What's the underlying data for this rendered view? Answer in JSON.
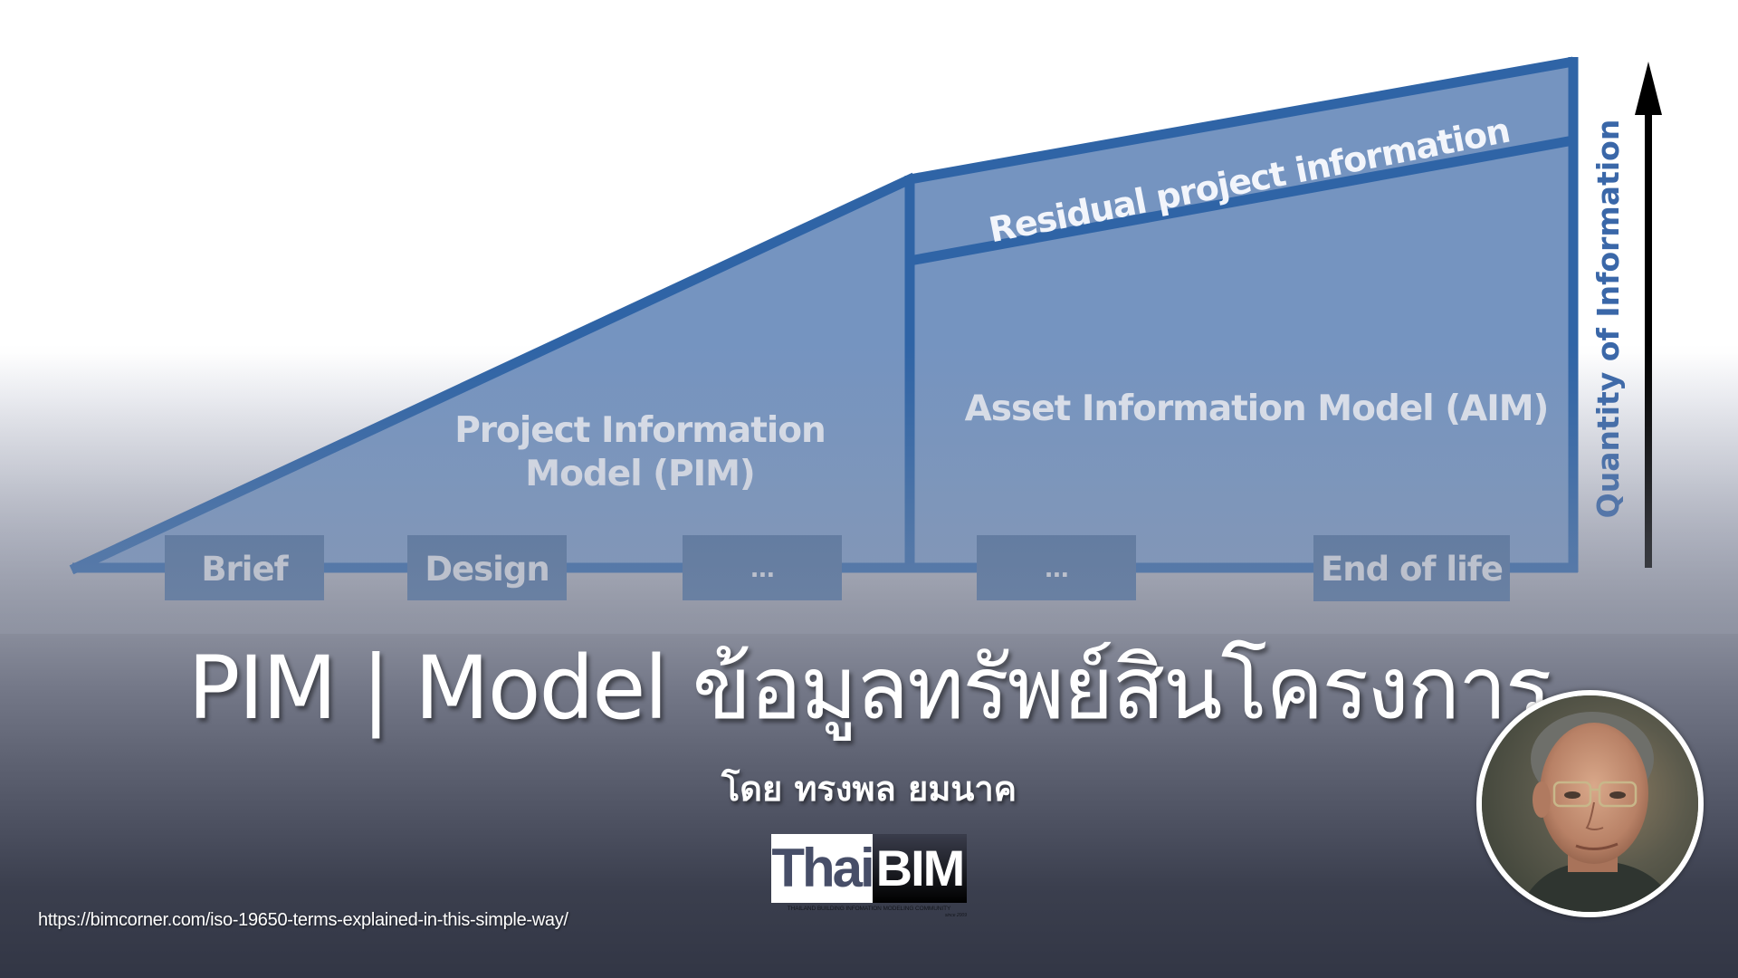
{
  "diagram": {
    "pim_label_line1": "Project Information",
    "pim_label_line2": "Model (PIM)",
    "aim_label": "Asset Information Model (AIM)",
    "residual_label": "Residual project information",
    "axis_label": "Quantity of Information",
    "stages": [
      "Brief",
      "Design",
      "...",
      "...",
      "End of life"
    ],
    "colors": {
      "fill": "#7fb0e6",
      "outline": "#2f64a6",
      "stage_box": "#4a6d9c",
      "axis_text": "#3a67a8",
      "arrow": "#000000"
    }
  },
  "title": {
    "prefix": "PIM",
    "separator": "|",
    "main": "Model ข้อมูลทรัพย์สินโครงการ"
  },
  "subtitle": "โดย ทรงพล ยมนาค",
  "logo": {
    "part1": "Thai",
    "part2": "BIM",
    "tagline": "THAILAND BUILDING INFOMATION MODELING COMMUNITY",
    "since": "since 2009"
  },
  "source_url": "https://bimcorner.com/iso-19650-terms-explained-in-this-simple-way/",
  "avatar": {
    "alt": "author portrait"
  }
}
